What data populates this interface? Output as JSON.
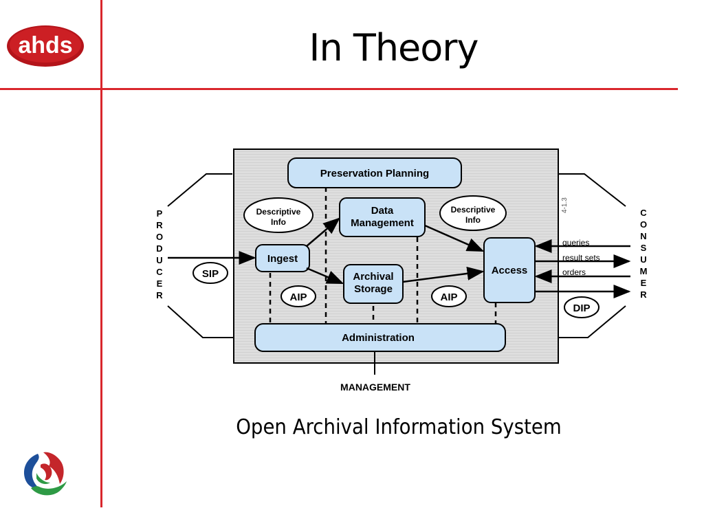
{
  "header": {
    "logo_text": "ahds",
    "title": "In Theory"
  },
  "diagram": {
    "boxes": {
      "preservation_planning": "Preservation Planning",
      "data_management": [
        "Data",
        "Management"
      ],
      "ingest": "Ingest",
      "archival_storage": [
        "Archival",
        "Storage"
      ],
      "access": "Access",
      "administration": "Administration"
    },
    "ovals": {
      "descriptive_info_left": [
        "Descriptive",
        "Info"
      ],
      "descriptive_info_right": [
        "Descriptive",
        "Info"
      ],
      "sip": "SIP",
      "aip_left": "AIP",
      "aip_right": "AIP",
      "dip": "DIP"
    },
    "producer_letters": [
      "P",
      "R",
      "O",
      "D",
      "U",
      "C",
      "E",
      "R"
    ],
    "consumer_letters": [
      "C",
      "O",
      "N",
      "S",
      "U",
      "M",
      "E",
      "R"
    ],
    "flows": {
      "queries": "queries",
      "result_sets": "result sets",
      "orders": "orders"
    },
    "management_label": "MANAGEMENT",
    "figure_id": "4-1.3"
  },
  "caption": "Open Archival Information System",
  "colors": {
    "accent_red": "#d9262c",
    "box_fill": "#c9e2f7",
    "panel_fill": "#dcdcdc"
  }
}
